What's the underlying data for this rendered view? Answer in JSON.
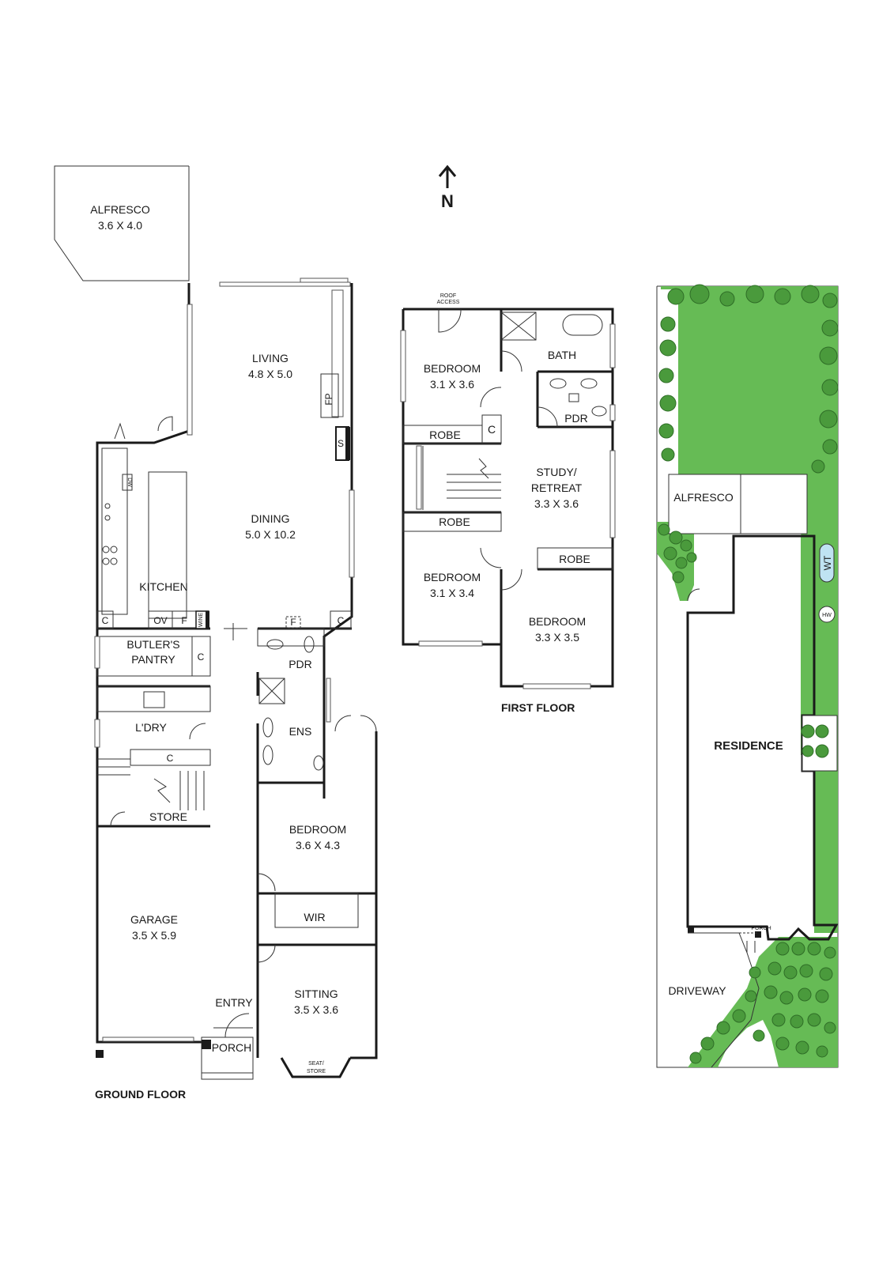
{
  "compass": {
    "label": "N"
  },
  "ground_floor": {
    "caption": "GROUND FLOOR",
    "rooms": {
      "alfresco": {
        "name": "ALFRESCO",
        "size": "3.6 X 4.0"
      },
      "living": {
        "name": "LIVING",
        "size": "4.8 X 5.0"
      },
      "dining": {
        "name": "DINING",
        "size": "5.0 X 10.2"
      },
      "kitchen": {
        "name": "KITCHEN"
      },
      "butlers_pantry": {
        "line1": "BUTLER'S",
        "line2": "PANTRY"
      },
      "laundry": {
        "name": "L'DRY"
      },
      "store": {
        "name": "STORE"
      },
      "garage": {
        "name": "GARAGE",
        "size": "3.5 X 5.9"
      },
      "entry": {
        "name": "ENTRY"
      },
      "porch": {
        "name": "PORCH"
      },
      "pdr": {
        "name": "PDR"
      },
      "ens": {
        "name": "ENS"
      },
      "bedroom": {
        "name": "BEDROOM",
        "size": "3.6 X 4.3"
      },
      "wir": {
        "name": "WIR"
      },
      "sitting": {
        "name": "SITTING",
        "size": "3.5 X 3.6"
      },
      "seat_store": {
        "line1": "SEAT/",
        "line2": "STORE"
      }
    },
    "fixtures": {
      "fp": "FP",
      "s": "S",
      "dw": "DW",
      "ov": "OV",
      "f": "F",
      "wine": "WINE",
      "c": "C"
    }
  },
  "first_floor": {
    "caption": "FIRST FLOOR",
    "roof_access": {
      "line1": "ROOF",
      "line2": "ACCESS"
    },
    "rooms": {
      "bedroom1": {
        "name": "BEDROOM",
        "size": "3.1 X 3.6"
      },
      "bath": {
        "name": "BATH"
      },
      "pdr": {
        "name": "PDR"
      },
      "robe1": {
        "name": "ROBE"
      },
      "c": {
        "name": "C"
      },
      "study": {
        "line1": "STUDY/",
        "line2": "RETREAT",
        "size": "3.3 X 3.6"
      },
      "robe2": {
        "name": "ROBE"
      },
      "robe3": {
        "name": "ROBE"
      },
      "bedroom2": {
        "name": "BEDROOM",
        "size": "3.1 X 3.4"
      },
      "bedroom3": {
        "name": "BEDROOM",
        "size": "3.3 X 3.5"
      }
    }
  },
  "site_plan": {
    "labels": {
      "alfresco": "ALFRESCO",
      "residence": "RESIDENCE",
      "driveway": "DRIVEWAY",
      "porch": "PORCH",
      "wt": "WT",
      "hw": "HW"
    },
    "colors": {
      "lawn": "#66bb55",
      "tree": "#4a9a3c",
      "tree_outline": "#2f6e27",
      "tank": "#bfe3f2"
    }
  }
}
